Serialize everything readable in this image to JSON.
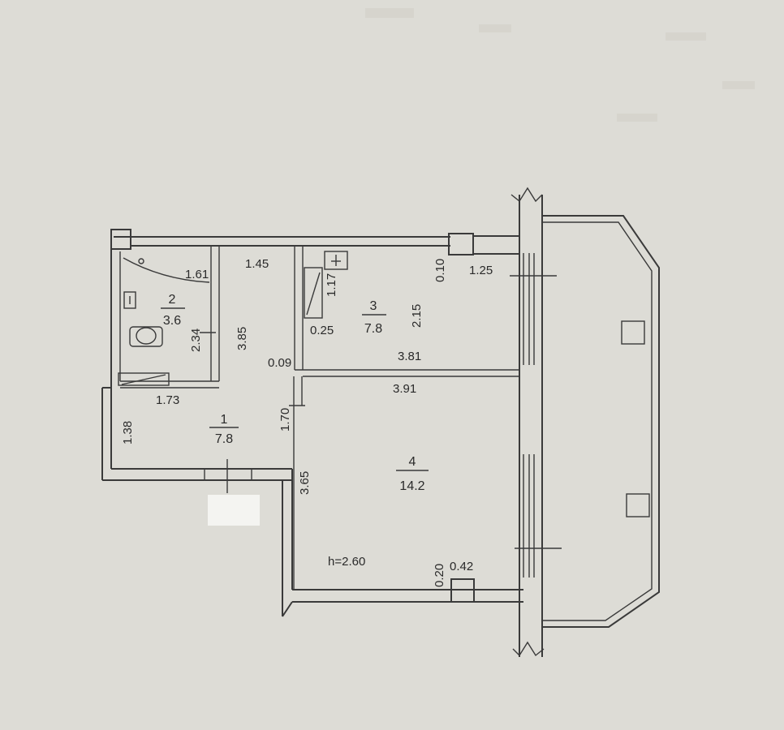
{
  "rooms": [
    {
      "number": "1",
      "area": "7.8"
    },
    {
      "number": "2",
      "area": "3.6"
    },
    {
      "number": "3",
      "area": "7.8"
    },
    {
      "number": "4",
      "area": "14.2"
    }
  ],
  "dims": {
    "d161": "1.61",
    "d145": "1.45",
    "d117": "1.17",
    "d010": "0.10",
    "d125": "1.25",
    "d234": "2.34",
    "d385": "3.85",
    "d025": "0.25",
    "d215": "2.15",
    "d009": "0.09",
    "d381": "3.81",
    "d391": "3.91",
    "d173": "1.73",
    "d170": "1.70",
    "d138": "1.38",
    "d365": "3.65",
    "d020": "0.20",
    "d042": "0.42"
  },
  "ceiling_height": "h=2.60",
  "colors": {
    "background": "#dddcd6",
    "ink": "#3a3a3a"
  }
}
